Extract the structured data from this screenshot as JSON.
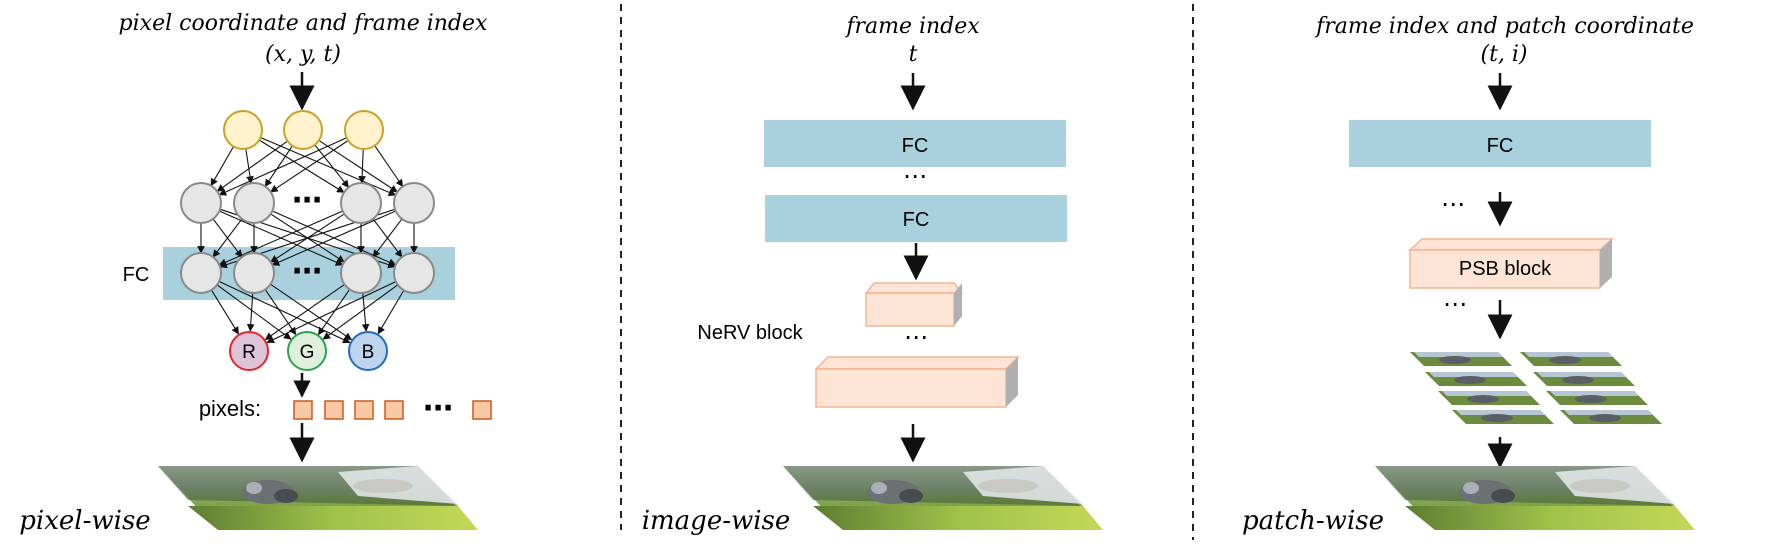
{
  "panels": {
    "pixel": {
      "header": "pixel coordinate and frame index",
      "input": "(x, y, t)",
      "fc_label": "FC",
      "ellipsis": "⋯",
      "outputs": [
        "R",
        "G",
        "B"
      ],
      "pixels_label": "pixels:",
      "caption": "pixel-wise"
    },
    "image": {
      "header": "frame index",
      "input": "t",
      "fc_labels": [
        "FC",
        "FC"
      ],
      "ellipsis": "⋯",
      "block_label": "NeRV block",
      "caption": "image-wise"
    },
    "patch": {
      "header": "frame index and patch coordinate",
      "input": "(t, i)",
      "fc_label": "FC",
      "ellipsis": "⋯",
      "block_label": "PSB block",
      "caption": "patch-wise"
    }
  },
  "colors": {
    "fc_fill": "#a8d1dd",
    "input_node_fill": "#fff2cc",
    "input_node_stroke": "#c9a227",
    "hidden_node_fill": "#e6e6e6",
    "hidden_node_stroke": "#8a8a8a",
    "r_fill": "#dcc3d6",
    "r_stroke": "#e3262f",
    "g_fill": "#def0dc",
    "g_stroke": "#2ea34a",
    "b_fill": "#bdd4ec",
    "b_stroke": "#1f6cc1",
    "pixel_fill": "#f9c9a6",
    "pixel_stroke": "#c85a1e",
    "block_fill": "#fde4d4",
    "block_stroke": "#f4b494",
    "block_side": "#b0b0b0"
  }
}
